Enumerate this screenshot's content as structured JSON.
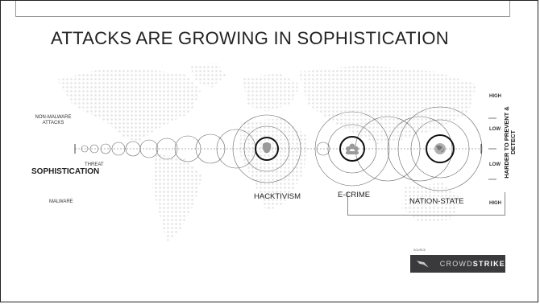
{
  "title": "ATTACKS ARE GROWING IN SOPHISTICATION",
  "left_labels": {
    "non_malware": "NON-MALWARE ATTACKS",
    "threat": "THREAT",
    "sophistication": "SOPHISTICATION",
    "malware": "MALWARE"
  },
  "categories": {
    "hacktivism": "HACKTIVISM",
    "ecrime": "E-CRIME",
    "nation_state": "NATION-STATE"
  },
  "scale": {
    "high_top": "HIGH",
    "low_upper": "LOW",
    "low_lower": "LOW",
    "high_bottom": "HIGH",
    "axis_title": "HARDER TO PREVENT & DETECT"
  },
  "source_label": "SOURCE",
  "logo": {
    "name_light": "CROWD",
    "name_bold": "STRIKE"
  },
  "colors": {
    "logo_background": "#3a3a3c",
    "map_dots": "#e6e6e6",
    "text": "#222222"
  }
}
